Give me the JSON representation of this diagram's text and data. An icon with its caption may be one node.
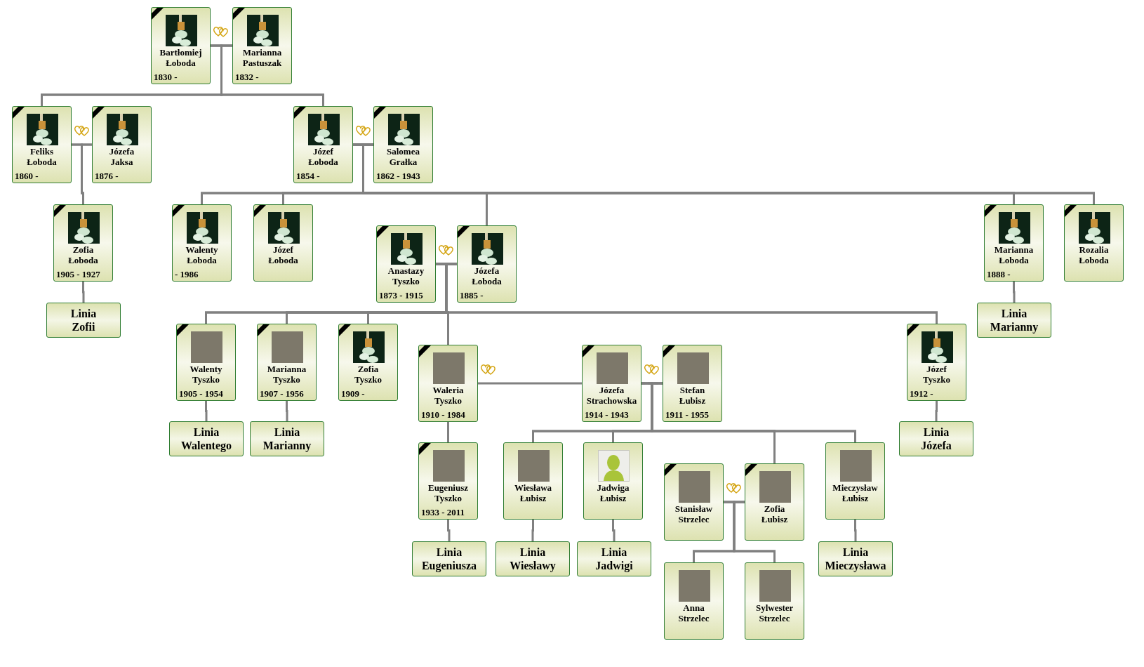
{
  "diagram": {
    "nodes": [
      {
        "text": [
          "Bartłomiej Łoboda",
          "1830 -"
        ]
      },
      {
        "text": [
          "Marianna Pastuszak",
          "1832 -"
        ]
      },
      {
        "text": [
          "Feliks Łoboda",
          "1860 -"
        ]
      },
      {
        "text": [
          "Józefa Jaksa",
          "1876 -"
        ]
      },
      {
        "text": [
          "Józef Łoboda",
          "1854 -"
        ]
      },
      {
        "text": [
          "Salomea Grałka",
          "1862 - 1943"
        ]
      },
      {
        "text": [
          "Zofia Łoboda",
          "1905 - 1927"
        ]
      },
      {
        "text": [
          "Walenty Łoboda",
          "- 1986"
        ]
      },
      {
        "text": [
          "Józef Łoboda"
        ]
      },
      {
        "text": [
          "Anastazy Tyszko",
          "1873 - 1915"
        ]
      },
      {
        "text": [
          "Józefa Łoboda",
          "1885 -"
        ]
      },
      {
        "text": [
          "Marianna Łoboda",
          "1888 -"
        ]
      },
      {
        "text": [
          "Rozalia Łoboda"
        ]
      },
      {
        "text": [
          "Linia Zofii"
        ]
      },
      {
        "text": [
          "Linia Marianny"
        ]
      },
      {
        "text": [
          "Walenty Tyszko",
          "1905 - 1954"
        ]
      },
      {
        "text": [
          "Marianna Tyszko",
          "1907 - 1956"
        ]
      },
      {
        "text": [
          "Zofia Tyszko",
          "1909 -"
        ]
      },
      {
        "text": [
          "Waleria Tyszko",
          "1910 - 1984"
        ]
      },
      {
        "text": [
          "Józefa Strachowska",
          "1914 - 1943"
        ]
      },
      {
        "text": [
          "Stefan Łubisz",
          "1911 - 1955"
        ]
      },
      {
        "text": [
          "Józef Tyszko",
          "1912 -"
        ]
      },
      {
        "text": [
          "Linia Walentego"
        ]
      },
      {
        "text": [
          "Linia Marianny"
        ]
      },
      {
        "text": [
          "Linia Józefa"
        ]
      },
      {
        "text": [
          "Eugeniusz Tyszko",
          "1933 - 2011"
        ]
      },
      {
        "text": [
          "Wiesława Łubisz"
        ]
      },
      {
        "text": [
          "Jadwiga Łubisz"
        ]
      },
      {
        "text": [
          "Stanisław Strzelec"
        ]
      },
      {
        "text": [
          "Zofia Łubisz"
        ]
      },
      {
        "text": [
          "Mieczysław Łubisz"
        ]
      },
      {
        "text": [
          "Linia Eugeniusza"
        ]
      },
      {
        "text": [
          "Linia Wiesławy"
        ]
      },
      {
        "text": [
          "Linia Jadwigi"
        ]
      },
      {
        "text": [
          "Linia Mieczysława"
        ]
      },
      {
        "text": [
          "Anna Strzelec"
        ]
      },
      {
        "text": [
          "Sylwester Strzelec"
        ]
      }
    ],
    "edges": [
      {
        "from": 0,
        "to": 1,
        "arrow": "none"
      },
      {
        "from": 0,
        "to": 2,
        "arrow": "none"
      },
      {
        "from": 1,
        "to": 2,
        "arrow": "none"
      },
      {
        "from": 0,
        "to": 4,
        "arrow": "none"
      },
      {
        "from": 1,
        "to": 4,
        "arrow": "none"
      },
      {
        "from": 2,
        "to": 3,
        "arrow": "none"
      },
      {
        "from": 2,
        "to": 6,
        "arrow": "none"
      },
      {
        "from": 3,
        "to": 6,
        "arrow": "none"
      },
      {
        "from": 4,
        "to": 5,
        "arrow": "none"
      },
      {
        "from": 4,
        "to": 7,
        "arrow": "none"
      },
      {
        "from": 5,
        "to": 7,
        "arrow": "none"
      },
      {
        "from": 4,
        "to": 8,
        "arrow": "none"
      },
      {
        "from": 5,
        "to": 8,
        "arrow": "none"
      },
      {
        "from": 4,
        "to": 10,
        "arrow": "none"
      },
      {
        "from": 5,
        "to": 10,
        "arrow": "none"
      },
      {
        "from": 4,
        "to": 11,
        "arrow": "none"
      },
      {
        "from": 5,
        "to": 11,
        "arrow": "none"
      },
      {
        "from": 4,
        "to": 12,
        "arrow": "none"
      },
      {
        "from": 5,
        "to": 12,
        "arrow": "none"
      },
      {
        "from": 6,
        "to": 13,
        "arrow": "none"
      },
      {
        "from": 11,
        "to": 14,
        "arrow": "none"
      },
      {
        "from": 9,
        "to": 10,
        "arrow": "none"
      },
      {
        "from": 9,
        "to": 15,
        "arrow": "none"
      },
      {
        "from": 10,
        "to": 15,
        "arrow": "none"
      },
      {
        "from": 9,
        "to": 16,
        "arrow": "none"
      },
      {
        "from": 10,
        "to": 16,
        "arrow": "none"
      },
      {
        "from": 9,
        "to": 17,
        "arrow": "none"
      },
      {
        "from": 10,
        "to": 17,
        "arrow": "none"
      },
      {
        "from": 9,
        "to": 18,
        "arrow": "none"
      },
      {
        "from": 10,
        "to": 18,
        "arrow": "none"
      },
      {
        "from": 9,
        "to": 21,
        "arrow": "none"
      },
      {
        "from": 10,
        "to": 21,
        "arrow": "none"
      },
      {
        "from": 18,
        "to": 19,
        "arrow": "none"
      },
      {
        "from": 19,
        "to": 20,
        "arrow": "none",
        "style": "dashed"
      },
      {
        "from": 15,
        "to": 22,
        "arrow": "none"
      },
      {
        "from": 16,
        "to": 23,
        "arrow": "none"
      },
      {
        "from": 21,
        "to": 24,
        "arrow": "none"
      },
      {
        "from": 18,
        "to": 25,
        "arrow": "none"
      },
      {
        "from": 19,
        "to": 26,
        "arrow": "none"
      },
      {
        "from": 20,
        "to": 26,
        "arrow": "none"
      },
      {
        "from": 19,
        "to": 27,
        "arrow": "none"
      },
      {
        "from": 20,
        "to": 27,
        "arrow": "none"
      },
      {
        "from": 19,
        "to": 29,
        "arrow": "none"
      },
      {
        "from": 20,
        "to": 29,
        "arrow": "none"
      },
      {
        "from": 19,
        "to": 30,
        "arrow": "none"
      },
      {
        "from": 20,
        "to": 30,
        "arrow": "none"
      },
      {
        "from": 28,
        "to": 29,
        "arrow": "none"
      },
      {
        "from": 25,
        "to": 31,
        "arrow": "none"
      },
      {
        "from": 26,
        "to": 32,
        "arrow": "none"
      },
      {
        "from": 27,
        "to": 33,
        "arrow": "none"
      },
      {
        "from": 30,
        "to": 34,
        "arrow": "none"
      },
      {
        "from": 28,
        "to": 35,
        "arrow": "none"
      },
      {
        "from": 29,
        "to": 35,
        "arrow": "none"
      },
      {
        "from": 28,
        "to": 36,
        "arrow": "none"
      },
      {
        "from": 29,
        "to": 36,
        "arrow": "none"
      }
    ]
  }
}
